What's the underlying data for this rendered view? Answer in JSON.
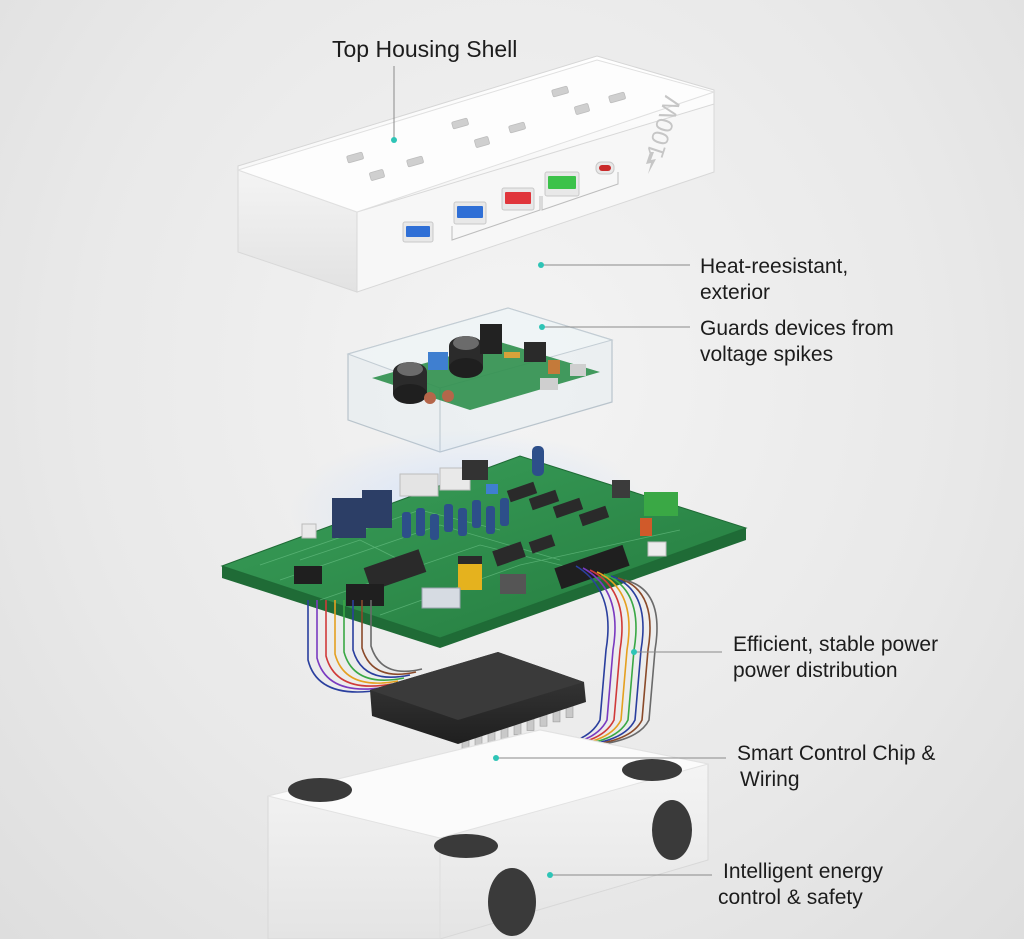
{
  "labels": {
    "top_housing": "Top Housing Shell",
    "heat_resistant_line1": "Heat-reesistant,",
    "heat_resistant_line2": "exterior",
    "guards_line1": "Guards devices from",
    "guards_line2": "voltage spikes",
    "efficient_line1": "Efficient, stable power",
    "efficient_line2": "power distribution",
    "chip_line1": "Smart Control Chip &",
    "chip_line2": "Wiring",
    "intelligent_line1": "Intelligent energy",
    "intelligent_line2": "control & safety"
  },
  "housing_branding": "100W",
  "colors": {
    "accent_dot": "#2ec4b6",
    "usb_blue": "#2f6fd6",
    "usb_red": "#e0353b",
    "usb_green": "#3cc24a",
    "usb_c_red": "#c92a2a",
    "pcb_green": "#2f8f4c",
    "chip_black": "#2b2b2b",
    "shell_white": "#fafafa",
    "foot_dark": "#3a3a3a"
  }
}
